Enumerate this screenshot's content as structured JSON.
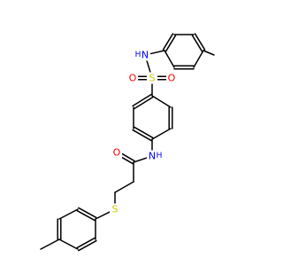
{
  "molecule": {
    "atoms": [
      {
        "id": "c_me1",
        "label": "",
        "color": "#000000"
      },
      {
        "id": "ar1_c1",
        "label": "",
        "color": "#000000"
      },
      {
        "id": "ar1_c2",
        "label": "",
        "color": "#000000"
      },
      {
        "id": "ar1_c3",
        "label": "",
        "color": "#000000"
      },
      {
        "id": "ar1_c4",
        "label": "",
        "color": "#000000"
      },
      {
        "id": "ar1_c5",
        "label": "",
        "color": "#000000"
      },
      {
        "id": "ar1_c6",
        "label": "",
        "color": "#000000"
      },
      {
        "id": "n_sulfonamide",
        "label": "N",
        "h_label": "H",
        "color": "#0000ff"
      },
      {
        "id": "s_sulfonyl",
        "label": "S",
        "color": "#cccc00"
      },
      {
        "id": "o_sulfonyl_left",
        "label": "O",
        "color": "#ff0000"
      },
      {
        "id": "o_sulfonyl_right",
        "label": "O",
        "color": "#ff0000"
      },
      {
        "id": "ar2_c1",
        "label": "",
        "color": "#000000"
      },
      {
        "id": "ar2_c2",
        "label": "",
        "color": "#000000"
      },
      {
        "id": "ar2_c3",
        "label": "",
        "color": "#000000"
      },
      {
        "id": "ar2_c4",
        "label": "",
        "color": "#000000"
      },
      {
        "id": "ar2_c5",
        "label": "",
        "color": "#000000"
      },
      {
        "id": "ar2_c6",
        "label": "",
        "color": "#000000"
      },
      {
        "id": "n_amide",
        "label": "N",
        "h_label": "H",
        "color": "#0000ff"
      },
      {
        "id": "c_carbonyl",
        "label": "",
        "color": "#000000"
      },
      {
        "id": "o_carbonyl",
        "label": "O",
        "color": "#ff0000"
      },
      {
        "id": "c_ch2a",
        "label": "",
        "color": "#000000"
      },
      {
        "id": "c_ch2b",
        "label": "",
        "color": "#000000"
      },
      {
        "id": "s_thio",
        "label": "S",
        "color": "#cccc00"
      },
      {
        "id": "ar3_c1",
        "label": "",
        "color": "#000000"
      },
      {
        "id": "ar3_c2",
        "label": "",
        "color": "#000000"
      },
      {
        "id": "ar3_c3",
        "label": "",
        "color": "#000000"
      },
      {
        "id": "ar3_c4",
        "label": "",
        "color": "#000000"
      },
      {
        "id": "ar3_c5",
        "label": "",
        "color": "#000000"
      },
      {
        "id": "ar3_c6",
        "label": "",
        "color": "#000000"
      },
      {
        "id": "c_me3",
        "label": "",
        "color": "#000000"
      }
    ],
    "bonds": [
      {
        "a": "c_me1",
        "b": "ar1_c4",
        "order": 1
      },
      {
        "a": "ar1_c1",
        "b": "ar1_c2",
        "order": 2
      },
      {
        "a": "ar1_c2",
        "b": "ar1_c3",
        "order": 1
      },
      {
        "a": "ar1_c3",
        "b": "ar1_c4",
        "order": 2
      },
      {
        "a": "ar1_c4",
        "b": "ar1_c5",
        "order": 1
      },
      {
        "a": "ar1_c5",
        "b": "ar1_c6",
        "order": 2
      },
      {
        "a": "ar1_c6",
        "b": "ar1_c1",
        "order": 1
      },
      {
        "a": "ar1_c1",
        "b": "n_sulfonamide",
        "order": 1
      },
      {
        "a": "n_sulfonamide",
        "b": "s_sulfonyl",
        "order": 1
      },
      {
        "a": "s_sulfonyl",
        "b": "o_sulfonyl_left",
        "order": 2
      },
      {
        "a": "s_sulfonyl",
        "b": "o_sulfonyl_right",
        "order": 2
      },
      {
        "a": "s_sulfonyl",
        "b": "ar2_c1",
        "order": 1
      },
      {
        "a": "ar2_c1",
        "b": "ar2_c2",
        "order": 2
      },
      {
        "a": "ar2_c2",
        "b": "ar2_c3",
        "order": 1
      },
      {
        "a": "ar2_c3",
        "b": "ar2_c4",
        "order": 2
      },
      {
        "a": "ar2_c4",
        "b": "ar2_c5",
        "order": 1
      },
      {
        "a": "ar2_c5",
        "b": "ar2_c6",
        "order": 2
      },
      {
        "a": "ar2_c6",
        "b": "ar2_c1",
        "order": 1
      },
      {
        "a": "ar2_c4",
        "b": "n_amide",
        "order": 1
      },
      {
        "a": "n_amide",
        "b": "c_carbonyl",
        "order": 1
      },
      {
        "a": "c_carbonyl",
        "b": "o_carbonyl",
        "order": 2
      },
      {
        "a": "c_carbonyl",
        "b": "c_ch2a",
        "order": 1
      },
      {
        "a": "c_ch2a",
        "b": "c_ch2b",
        "order": 1
      },
      {
        "a": "c_ch2b",
        "b": "s_thio",
        "order": 1
      },
      {
        "a": "s_thio",
        "b": "ar3_c1",
        "order": 1
      },
      {
        "a": "ar3_c1",
        "b": "ar3_c2",
        "order": 2
      },
      {
        "a": "ar3_c2",
        "b": "ar3_c3",
        "order": 1
      },
      {
        "a": "ar3_c3",
        "b": "ar3_c4",
        "order": 2
      },
      {
        "a": "ar3_c4",
        "b": "ar3_c5",
        "order": 1
      },
      {
        "a": "ar3_c5",
        "b": "ar3_c6",
        "order": 2
      },
      {
        "a": "ar3_c6",
        "b": "ar3_c1",
        "order": 1
      },
      {
        "a": "ar3_c4",
        "b": "c_me3",
        "order": 1
      }
    ]
  }
}
